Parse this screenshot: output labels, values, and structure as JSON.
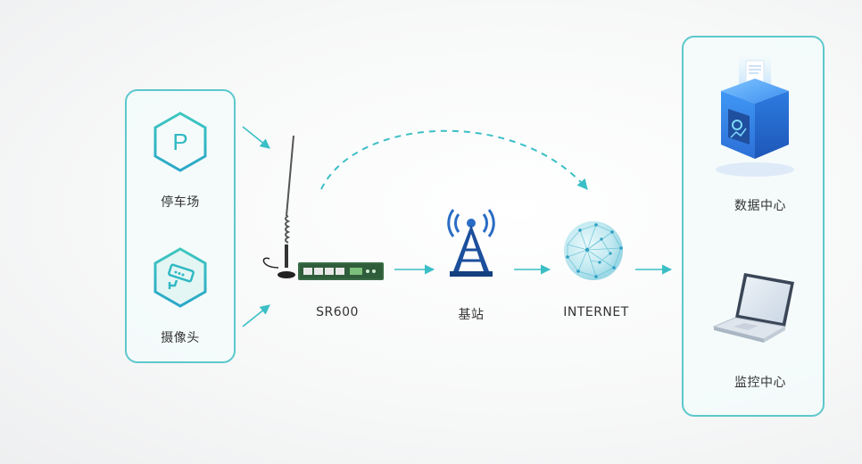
{
  "nodes": {
    "parking": {
      "label": "停车场",
      "icon_text": "P"
    },
    "camera": {
      "label": "摄像头"
    },
    "router": {
      "label": "SR600"
    },
    "base_station": {
      "label": "基站"
    },
    "internet": {
      "label": "INTERNET"
    },
    "data_center": {
      "label": "数据中心"
    },
    "monitor_center": {
      "label": "监控中心"
    }
  },
  "colors": {
    "accent": "#3bbfc6",
    "panel_border": "#5cc8cc",
    "router_green": "#2c6b3a",
    "tower_blue": "#2a6cc4"
  }
}
